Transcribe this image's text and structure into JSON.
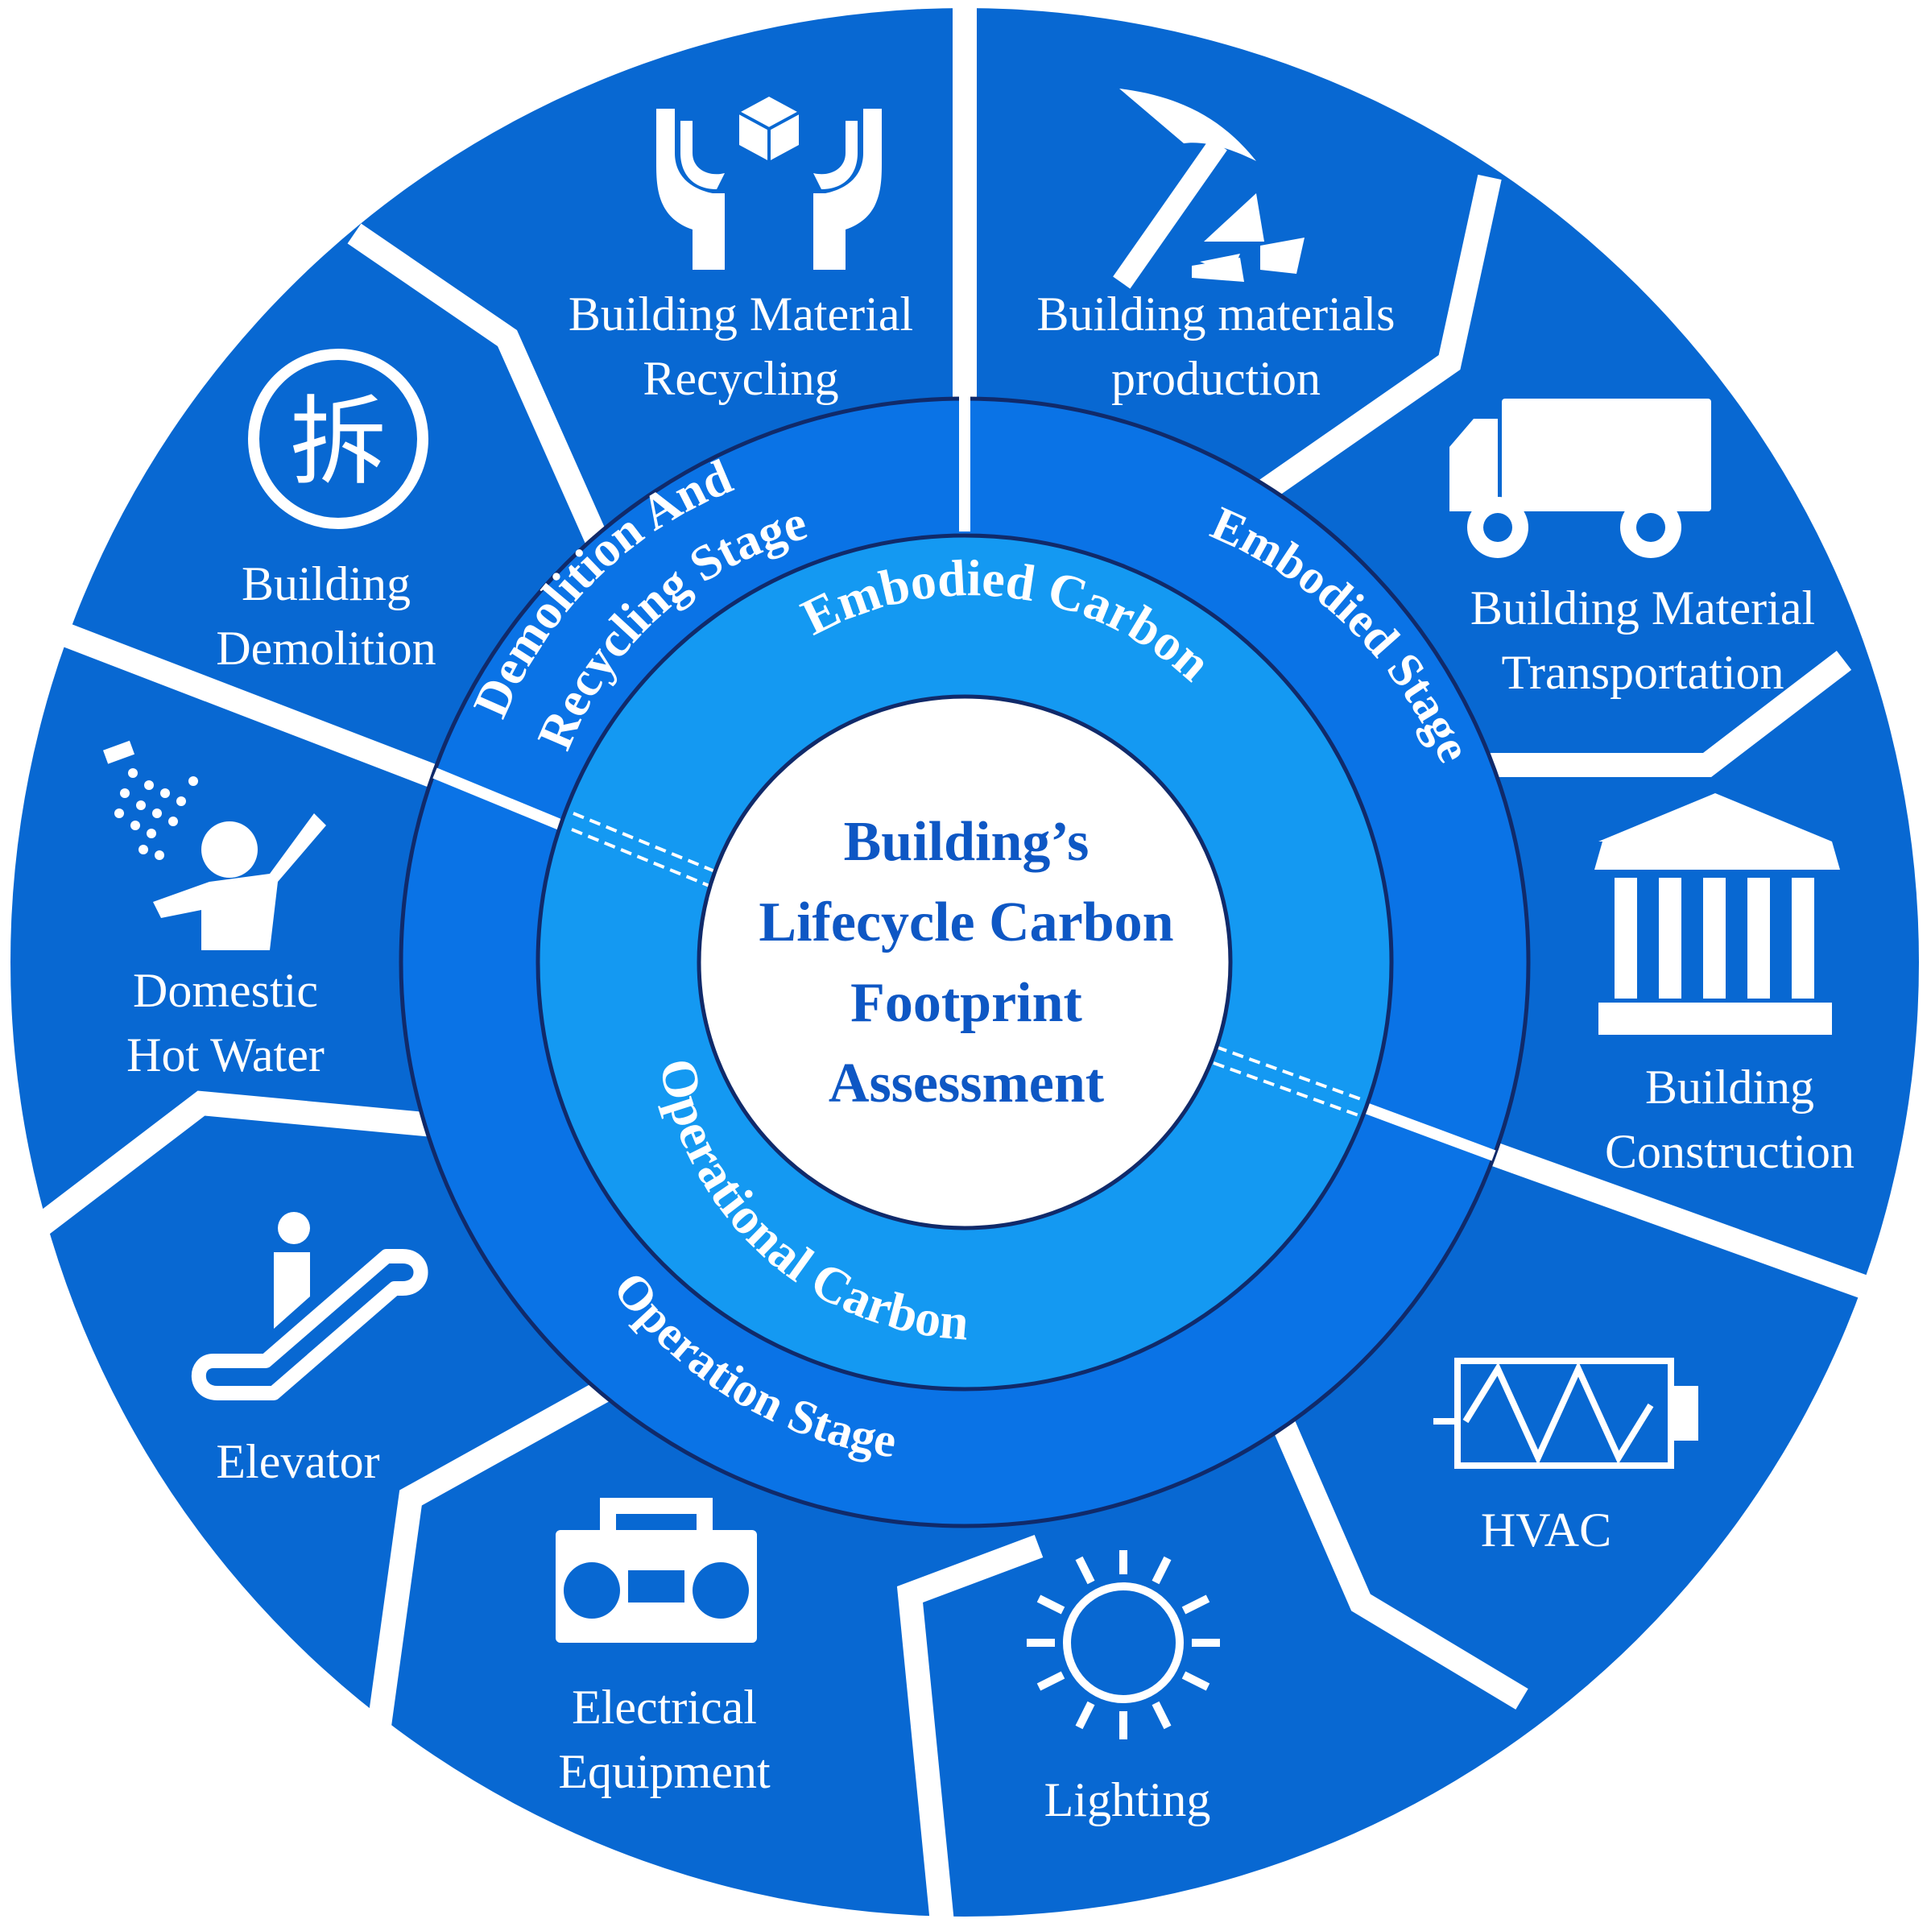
{
  "colors": {
    "outer": "#0868d2",
    "stage_ring": "#0a73e6",
    "carbon_ring": "#1499f2",
    "ring_border": "#102a6a",
    "center_fill": "#ffffff",
    "center_text": "#0e57c4",
    "separator": "#ffffff"
  },
  "center": {
    "lines": [
      "Building’s",
      "Lifecycle Carbon",
      "Footprint",
      "Assessment"
    ]
  },
  "carbon_ring": {
    "embodied": "Embodied Carbon",
    "operational": "Operational Carbon"
  },
  "stage_ring": {
    "embodied": "Embodied Stage",
    "operation": "Operation Stage",
    "demolition_line1": "Demolition And",
    "demolition_line2": "Recycling Stage"
  },
  "segments": [
    {
      "id": "production",
      "icon": "pickaxe-stones-icon",
      "lines": [
        "Building materials",
        "production"
      ]
    },
    {
      "id": "transportation",
      "icon": "truck-icon",
      "lines": [
        "Building Material",
        "Transportation"
      ]
    },
    {
      "id": "construction",
      "icon": "building-columns-icon",
      "lines": [
        "Building",
        "Construction"
      ]
    },
    {
      "id": "hvac",
      "icon": "hvac-unit-icon",
      "lines": [
        "HVAC"
      ]
    },
    {
      "id": "lighting",
      "icon": "sun-icon",
      "lines": [
        "Lighting"
      ]
    },
    {
      "id": "electrical",
      "icon": "boombox-icon",
      "lines": [
        "Electrical",
        "Equipment"
      ]
    },
    {
      "id": "elevator",
      "icon": "escalator-icon",
      "lines": [
        "Elevator"
      ]
    },
    {
      "id": "hot-water",
      "icon": "shower-icon",
      "lines": [
        "Domestic",
        "Hot Water"
      ]
    },
    {
      "id": "demolition",
      "icon": "demolish-character-icon",
      "lines": [
        "Building",
        "Demolition"
      ]
    },
    {
      "id": "recycling",
      "icon": "hands-box-icon",
      "lines": [
        "Building Material",
        "Recycling"
      ]
    }
  ],
  "demolition_glyph": "拆"
}
